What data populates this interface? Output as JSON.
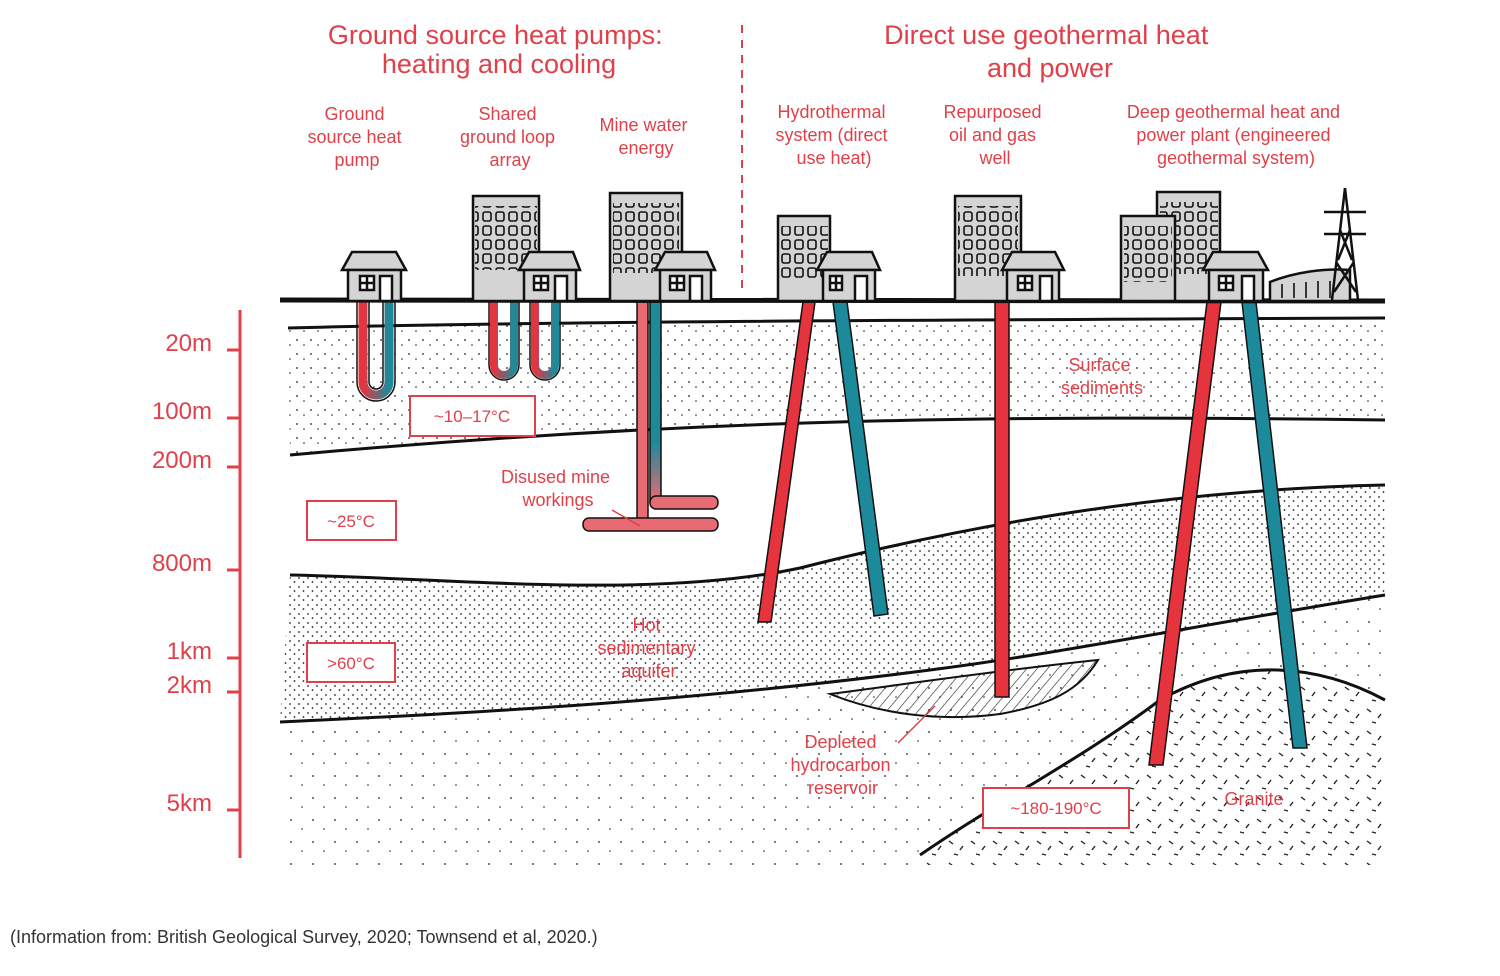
{
  "headers": {
    "gshp": [
      "Ground source heat pumps:",
      "heating and cooling"
    ],
    "direct": [
      "Direct use geothermal heat",
      "and power"
    ]
  },
  "systems": {
    "gshp": [
      "Ground",
      "source heat",
      "pump"
    ],
    "shared": [
      "Shared",
      "ground loop",
      "array"
    ],
    "mine": [
      "Mine water",
      "energy"
    ],
    "hydro": [
      "Hydrothermal",
      "system (direct",
      "use heat)"
    ],
    "oilgas": [
      "Repurposed",
      "oil and gas",
      "well"
    ],
    "deep": [
      "Deep geothermal heat and",
      "power plant (engineered",
      "geothermal system)"
    ]
  },
  "geology": {
    "surface": [
      "Surface",
      "sediments"
    ],
    "mine_workings": [
      "Disused mine",
      "workings"
    ],
    "aquifer": [
      "Hot",
      "sedimentary",
      "aquifer"
    ],
    "reservoir": [
      "Depleted",
      "hydrocarbon",
      "reservoir"
    ],
    "granite": "Granite"
  },
  "temperatures": {
    "shallow": "~10–17°C",
    "mid": "~25°C",
    "aquifer": ">60°C",
    "deep": "~180-190°C"
  },
  "depth_scale": [
    "20m",
    "100m",
    "200m",
    "800m",
    "1km",
    "2km",
    "5km"
  ],
  "citation": "(Information from: British Geological Survey, 2020; Townsend et al, 2020.)",
  "colors": {
    "accent": "#e0404a",
    "hot_pipe": "#e6343f",
    "cold_pipe": "#1d8a9c",
    "building": "#d4d4d4",
    "line": "#111111"
  }
}
